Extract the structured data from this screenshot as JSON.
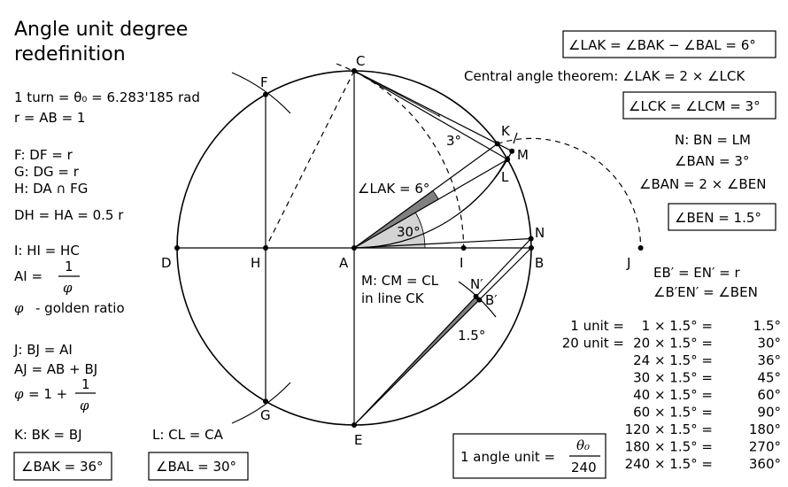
{
  "title": [
    "Angle unit degree",
    "redefinition"
  ],
  "left_notes": {
    "turn": "1 turn = θ₀ = 6.283'185 rad",
    "r": "r = AB = 1",
    "f": "F: DF = r",
    "g": "G: DG = r",
    "h": "H: DA ∩ FG",
    "dh": "DH = HA = 0.5 r",
    "i": "I: HI = HC",
    "ai_lhs": "AI =",
    "one": "1",
    "phi": "φ",
    "golden": "- golden ratio",
    "j": "J: BJ = AI",
    "aj": "AJ = AB + BJ",
    "phi_eq": "= 1 +",
    "k": "K: BK = BJ",
    "l": "L: CL = CA",
    "bak_box": "∠BAK = 36°",
    "bal_box": "∠BAL = 30°"
  },
  "right_notes": {
    "lak_box": "∠LAK = ∠BAK − ∠BAL = 6°",
    "central": "Central angle theorem:  ∠LAK = 2 × ∠LCK",
    "lck_box": "∠LCK = ∠LCM = 3°",
    "n": "N: BN = LM",
    "ban": "∠BAN = 3°",
    "ban2": "∠BAN = 2 × ∠BEN",
    "ben_box": "∠BEN = 1.5°",
    "eb": "EB′ = EN′ = r",
    "ben2": "∠B′EN′ = ∠BEN",
    "unit_box_lhs": "1 angle unit =",
    "unit_box_num": "θ₀",
    "unit_box_den": "240"
  },
  "unit_table": [
    {
      "lhs": "1 unit =",
      "mid": "1 × 1.5° =",
      "rhs": "1.5°"
    },
    {
      "lhs": "20 unit =",
      "mid": "20 × 1.5° =",
      "rhs": "30°"
    },
    {
      "lhs": "",
      "mid": "24 × 1.5° =",
      "rhs": "36°"
    },
    {
      "lhs": "",
      "mid": "30 × 1.5° =",
      "rhs": "45°"
    },
    {
      "lhs": "",
      "mid": "40 × 1.5° =",
      "rhs": "60°"
    },
    {
      "lhs": "",
      "mid": "60 × 1.5° =",
      "rhs": "90°"
    },
    {
      "lhs": "",
      "mid": "120 × 1.5° =",
      "rhs": "180°"
    },
    {
      "lhs": "",
      "mid": "180 × 1.5° =",
      "rhs": "270°"
    },
    {
      "lhs": "",
      "mid": "240 × 1.5° =",
      "rhs": "360°"
    }
  ],
  "figure": {
    "points": {
      "A": "A",
      "B": "B",
      "C": "C",
      "D": "D",
      "E": "E",
      "F": "F",
      "G": "G",
      "H": "H",
      "I": "I",
      "J": "J",
      "K": "K",
      "L": "L",
      "M": "M",
      "N": "N",
      "Np": "N′",
      "Bp": "B′"
    },
    "angle_labels": {
      "lak": "∠LAK = 6°",
      "a30": "30°",
      "a3": "3°",
      "a15": "1.5°"
    },
    "m_note": [
      "M: CM = CL",
      "in line CK"
    ]
  }
}
